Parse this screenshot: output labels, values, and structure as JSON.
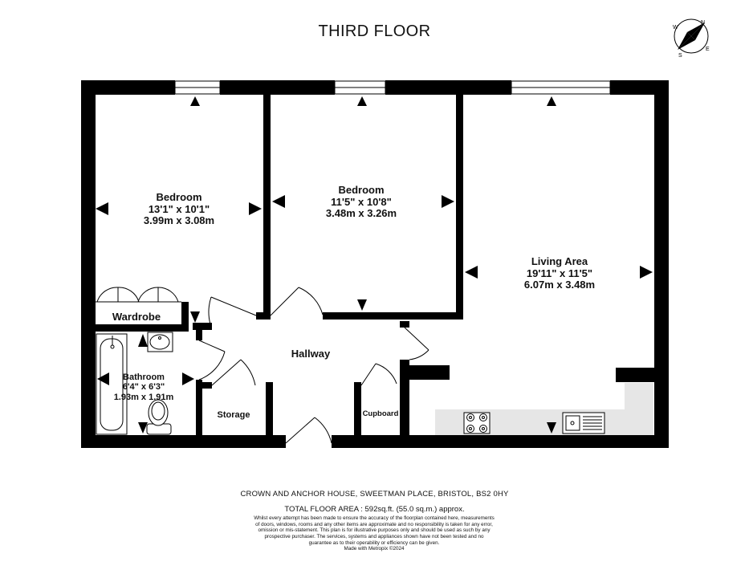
{
  "floor_title": "THIRD FLOOR",
  "compass": {
    "letters": [
      "N",
      "E",
      "S",
      "W"
    ]
  },
  "rooms": {
    "bedroom1": {
      "name": "Bedroom",
      "imperial": "13'1\"  x 10'1\"",
      "metric": "3.99m  x 3.08m"
    },
    "bedroom2": {
      "name": "Bedroom",
      "imperial": "11'5\"  x 10'8\"",
      "metric": "3.48m  x 3.26m"
    },
    "living": {
      "name": "Living Area",
      "imperial": "19'11\"  x 11'5\"",
      "metric": "6.07m  x 3.48m"
    },
    "bathroom": {
      "name": "Bathroom",
      "imperial": "6'4\"  x 6'3\"",
      "metric": "1.93m  x 1.91m"
    },
    "wardrobe": {
      "name": "Wardrobe"
    },
    "hallway": {
      "name": "Hallway"
    },
    "storage": {
      "name": "Storage"
    },
    "cupboard": {
      "name": "Cupboard"
    }
  },
  "footer": {
    "address": "CROWN AND ANCHOR HOUSE, SWEETMAN PLACE, BRISTOL, BS2 0HY",
    "total_area": "TOTAL FLOOR AREA : 592sq.ft. (55.0 sq.m.) approx.",
    "disclaimer": "Whilst every attempt has been made to ensure the accuracy of the floorplan contained here, measurements of doors, windows, rooms and any other items are approximate and no responsibility is taken for any error, omission or mis-statement. This plan is for illustrative purposes only and should be used as such by any prospective purchaser. The services, systems and appliances shown have not been tested and no guarantee as to their operability or efficiency can be given.",
    "credit": "Made with Metropix ©2024"
  },
  "colors": {
    "wall": "#000000",
    "counter": "#e6e6e6",
    "background": "#ffffff"
  }
}
